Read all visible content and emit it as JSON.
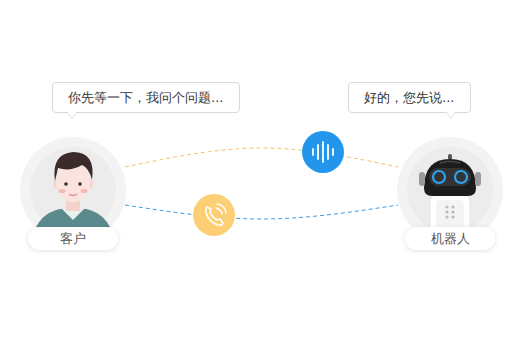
{
  "diagram": {
    "nodes": [
      {
        "text": [
          "你先等一下，我问个问题..."
        ]
      },
      {
        "text": [
          "好的，您先说..."
        ]
      },
      {
        "text": [
          "客户"
        ]
      },
      {
        "text": [
          "机器人"
        ]
      }
    ],
    "edges": [
      {
        "from": 2,
        "to": 3,
        "arrow": "none"
      },
      {
        "from": 2,
        "to": 3,
        "arrow": "none"
      }
    ]
  }
}
